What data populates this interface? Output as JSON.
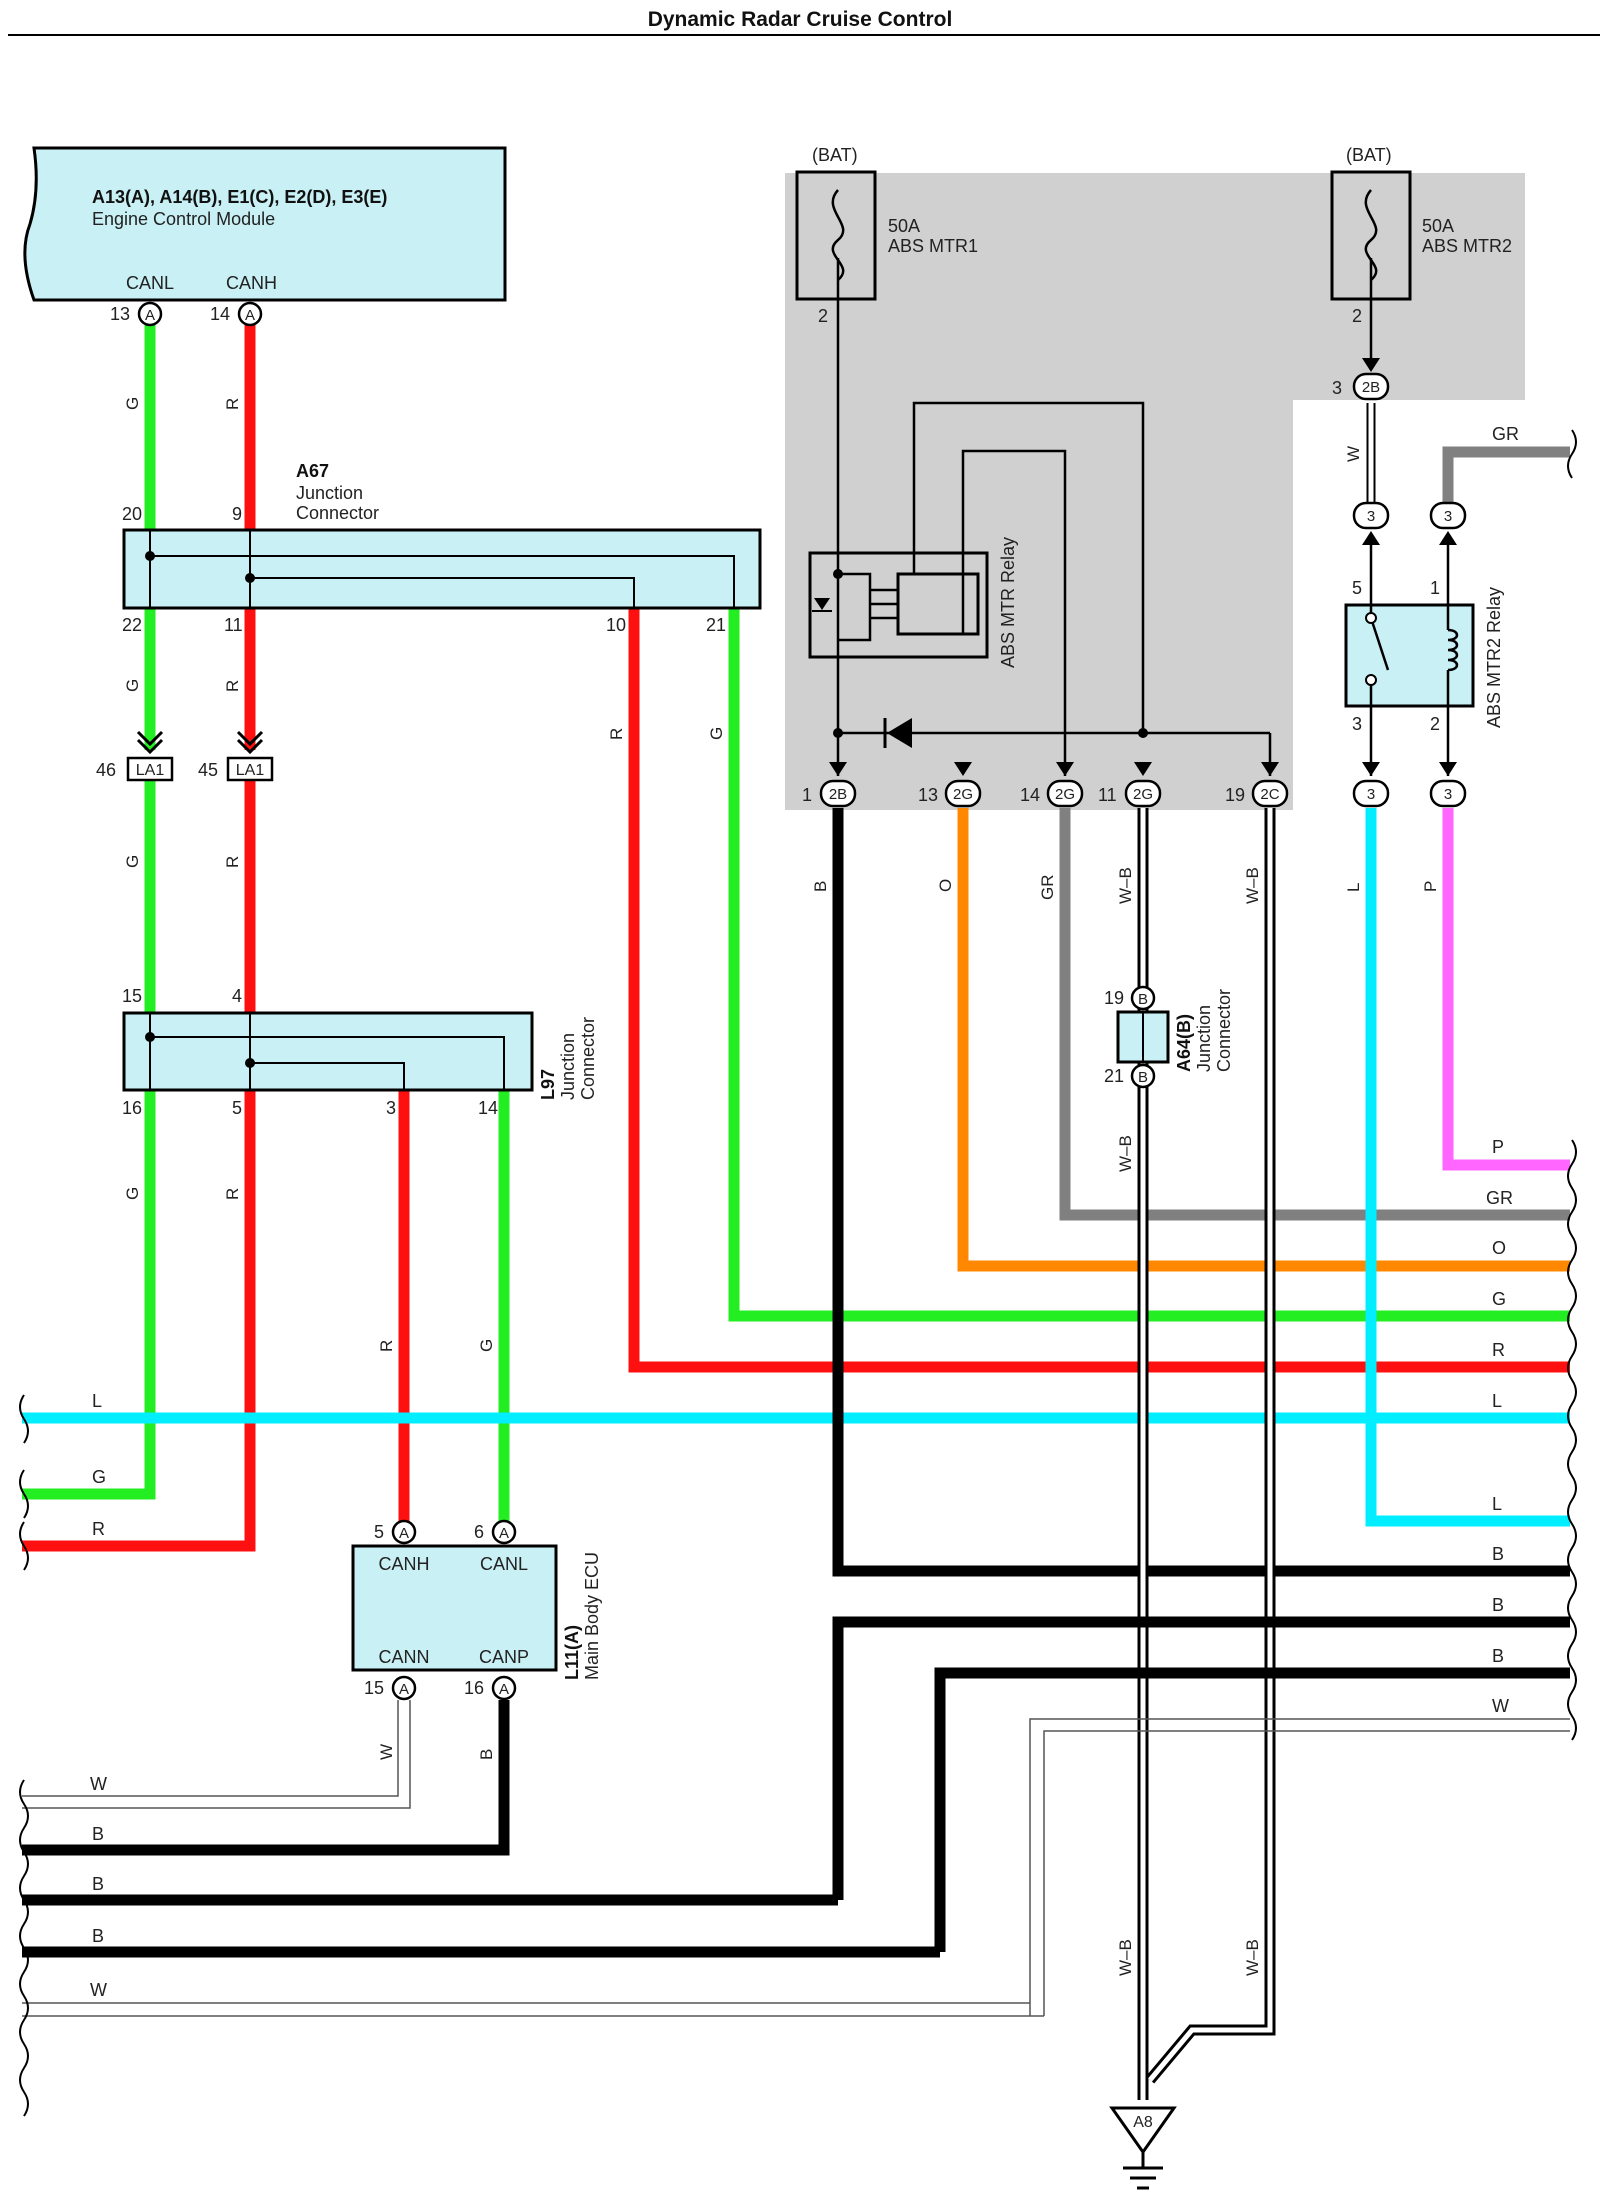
{
  "title": "Dynamic Radar Cruise Control",
  "colors": {
    "G": "#22ee22",
    "R": "#ff1010",
    "L": "#00eeff",
    "B": "#000000",
    "O": "#ff8800",
    "GR": "#808080",
    "P": "#ff66ff",
    "W": "#ffffff",
    "component_fill": "#c8f0f5",
    "shaded_area": "#d0d0d0"
  },
  "ecm": {
    "codes": "A13(A), A14(B), E1(C), E2(D), E3(E)",
    "name": "Engine Control Module",
    "canl": "CANL",
    "canh": "CANH",
    "pin_canl": "13",
    "pin_canh": "14",
    "conn": "A"
  },
  "a67": {
    "code": "A67",
    "line1": "Junction",
    "line2": "Connector",
    "pins": {
      "p20": "20",
      "p9": "9",
      "p22": "22",
      "p11": "11",
      "p10": "10",
      "p21": "21"
    }
  },
  "la1": {
    "code": "LA1",
    "pin_left": "46",
    "pin_right": "45"
  },
  "l97": {
    "code": "L97",
    "line1": "Junction",
    "line2": "Connector",
    "pins": {
      "p15": "15",
      "p4": "4",
      "p16": "16",
      "p5": "5",
      "p3": "3",
      "p14": "14"
    }
  },
  "l11": {
    "code": "L11(A)",
    "name": "Main Body ECU",
    "canh": "CANH",
    "canl": "CANL",
    "cann": "CANN",
    "canp": "CANP",
    "pins": {
      "p5": "5",
      "p6": "6",
      "p15": "15",
      "p16": "16"
    },
    "conn": "A"
  },
  "bat": "(BAT)",
  "fuse1": {
    "amp": "50A",
    "name": "ABS MTR1",
    "pin": "2"
  },
  "fuse2": {
    "amp": "50A",
    "name": "ABS MTR2",
    "pin": "2"
  },
  "relay1": {
    "name": "ABS MTR Relay"
  },
  "relay2": {
    "name": "ABS MTR2 Relay",
    "p5": "5",
    "p1": "1",
    "p3": "3",
    "p2": "2"
  },
  "a64": {
    "code": "A64(B)",
    "line1": "Junction",
    "line2": "Connector",
    "p19": "19",
    "p21": "21",
    "conn": "B"
  },
  "ground": "A8",
  "connectors": {
    "c2b_top": {
      "pin": "3",
      "code": "2B"
    },
    "bottom": [
      {
        "pin": "1",
        "code": "2B"
      },
      {
        "pin": "13",
        "code": "2G"
      },
      {
        "pin": "14",
        "code": "2G"
      },
      {
        "pin": "11",
        "code": "2G"
      },
      {
        "pin": "19",
        "code": "2C"
      }
    ],
    "three": "3"
  },
  "wire_labels": {
    "g": "G",
    "r": "R",
    "l": "L",
    "b": "B",
    "o": "O",
    "gr": "GR",
    "p": "P",
    "w": "W",
    "wb": "W–B"
  },
  "right_edge_labels": [
    "P",
    "GR",
    "O",
    "G",
    "R",
    "L",
    "L",
    "B",
    "B",
    "B",
    "W"
  ],
  "left_edge_labels": [
    "L",
    "G",
    "R",
    "W",
    "B",
    "B",
    "B",
    "W"
  ]
}
